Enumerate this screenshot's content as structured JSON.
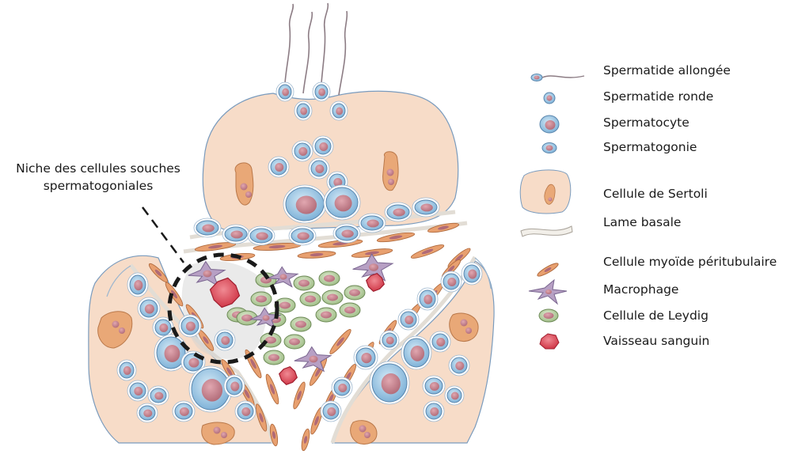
{
  "niche_label": {
    "line1": "Niche des cellules souches",
    "line2": "spermatogoniales"
  },
  "legend": [
    {
      "id": "elongated-spermatid",
      "label": "Spermatide allongée"
    },
    {
      "id": "round-spermatid",
      "label": "Spermatide ronde"
    },
    {
      "id": "spermatocyte",
      "label": "Spermatocyte"
    },
    {
      "id": "spermatogonium",
      "label": "Spermatogonie"
    },
    {
      "id": "sertoli-cell",
      "label": "Cellule de Sertoli"
    },
    {
      "id": "basal-lamina",
      "label": "Lame basale"
    },
    {
      "id": "peritubular-myoid-cell",
      "label": "Cellule myoïde péritubulaire"
    },
    {
      "id": "macrophage",
      "label": "Macrophage"
    },
    {
      "id": "leydig-cell",
      "label": "Cellule de Leydig"
    },
    {
      "id": "blood-vessel",
      "label": "Vaisseau sanguin"
    }
  ],
  "colors": {
    "sertoli_cytoplasm": "#f7dcc8",
    "sertoli_outline": "#7a9bbd",
    "sertoli_nucleus": "#e9a877",
    "germ_cell_blue": "#8ec0e2",
    "germ_cell_nucleus": "#c9808c",
    "myoid_cell": "#e8a06f",
    "macrophage": "#b7a0c4",
    "leydig_cell": "#b9cfa3",
    "blood_vessel": "#e05060",
    "niche_shading": "#d0d0d0",
    "basal_lamina": "#f2efe9"
  }
}
